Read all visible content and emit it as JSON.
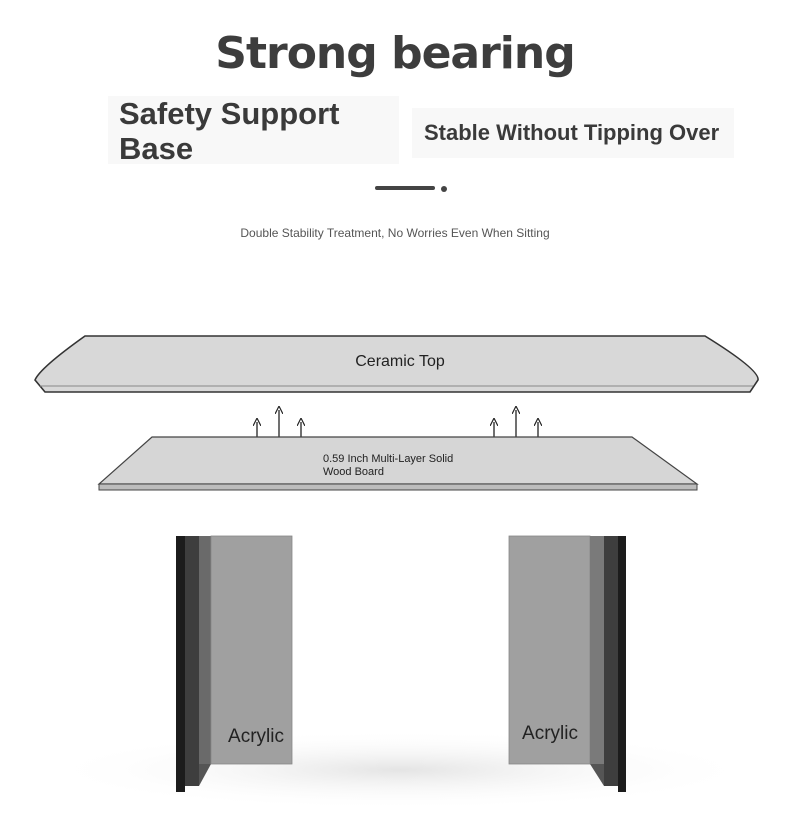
{
  "header": {
    "title": "Strong bearing",
    "feature_left": "Safety Support Base",
    "feature_right": "Stable Without Tipping Over",
    "subtitle": "Double Stability Treatment, No Worries Even When Sitting"
  },
  "diagram": {
    "top_label": "Ceramic Top",
    "board_label_line1": "0.59 Inch Multi-Layer Solid",
    "board_label_line2": "Wood Board",
    "left_leg_label": "Acrylic",
    "right_leg_label": "Acrylic"
  },
  "colors": {
    "text_dark": "#3d3d3d",
    "ceramic_fill": "#d8d8d8",
    "acrylic_fill": "#9e9e9e"
  }
}
